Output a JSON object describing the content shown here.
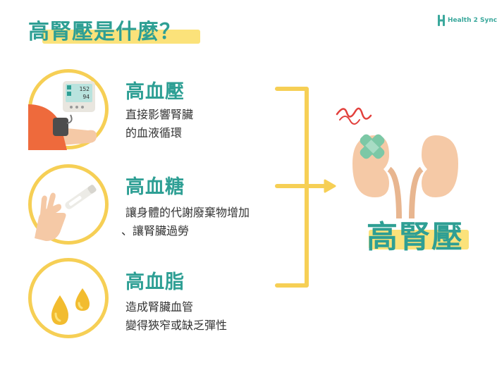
{
  "title": "高腎壓是什麼？",
  "brand": {
    "name": "Health 2 Sync"
  },
  "causes": [
    {
      "name": "高血壓",
      "desc": [
        "直接影響腎臟",
        "的血液循環"
      ],
      "monitor": {
        "sys": "152",
        "dia": "94"
      },
      "icon": "blood-pressure-monitor-icon"
    },
    {
      "name": "高血糖",
      "desc": [
        "讓身體的代謝廢棄物增加",
        "、讓腎臟過勞"
      ],
      "icon": "glucose-test-strip-icon"
    },
    {
      "name": "高血脂",
      "desc": [
        "造成腎臟血管",
        "變得狹窄或缺乏彈性"
      ],
      "icon": "oil-drops-icon"
    }
  ],
  "result": "高腎壓",
  "colors": {
    "teal": "#2e9f94",
    "yellow": "#f6cf55",
    "highlight": "#fbe27a",
    "kidney": "#f5c9a6"
  }
}
